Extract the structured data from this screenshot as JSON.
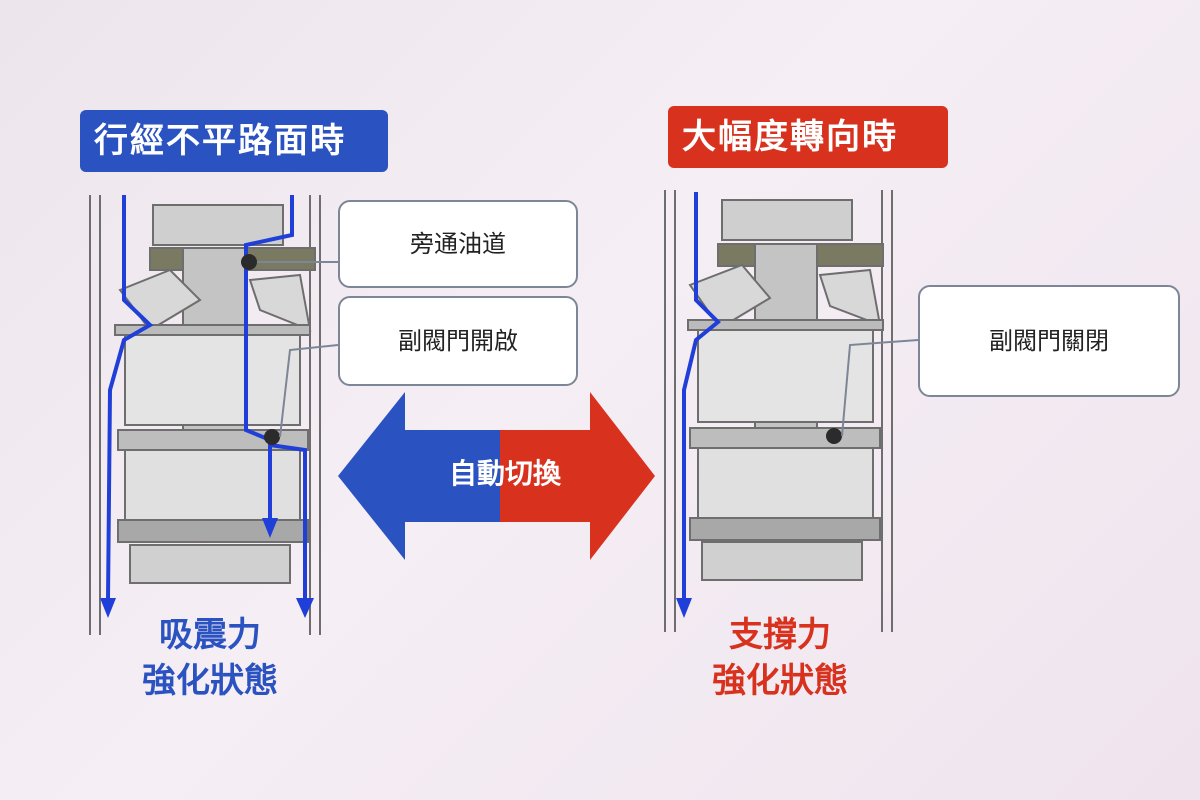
{
  "left_panel": {
    "title": "行經不平路面時",
    "callouts": {
      "bypass": "旁通油道",
      "sub_valve_open": "副閥門開啟"
    },
    "state": {
      "line1": "吸震力",
      "line2": "強化狀態"
    }
  },
  "right_panel": {
    "title": "大幅度轉向時",
    "callouts": {
      "sub_valve_closed": "副閥門關閉"
    },
    "state": {
      "line1": "支撐力",
      "line2": "強化狀態"
    }
  },
  "center": {
    "switch_label": "自動切換"
  },
  "colors": {
    "blue": "#2a52c0",
    "red": "#d8321f",
    "flow": "#1f3fd8"
  }
}
